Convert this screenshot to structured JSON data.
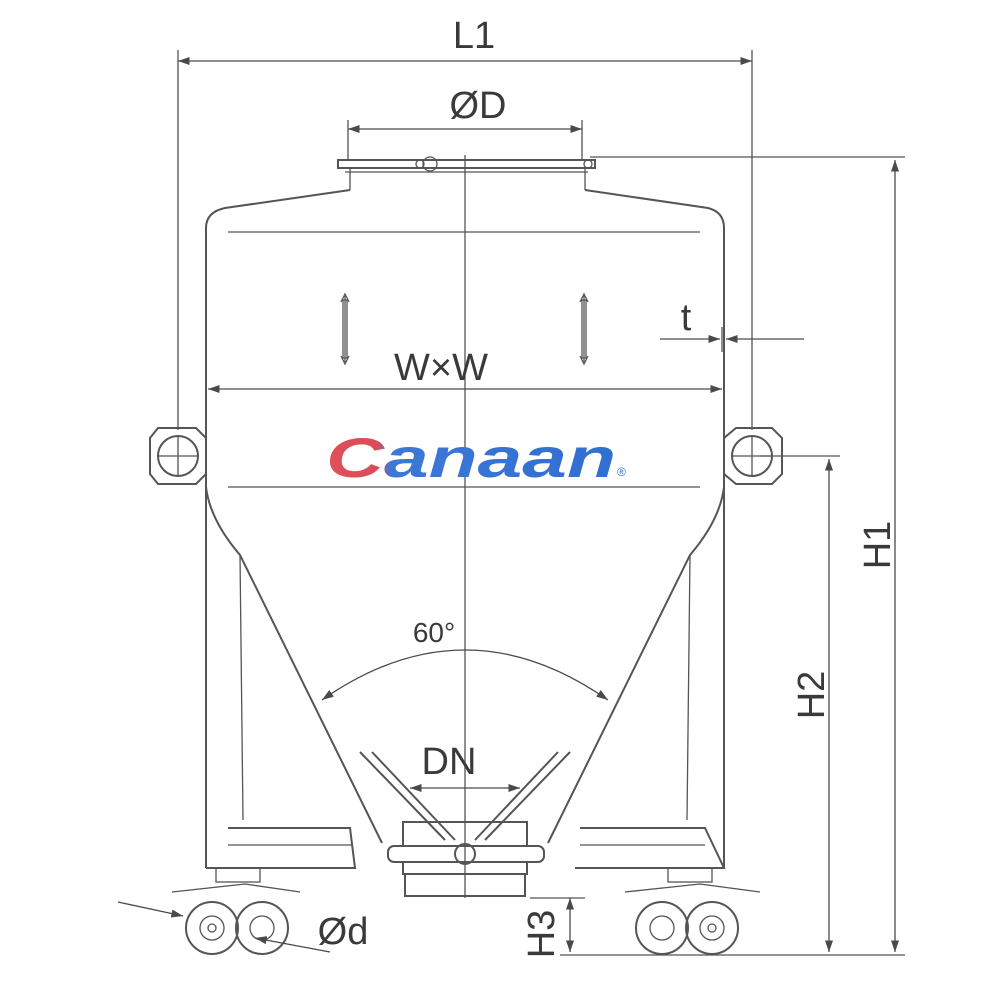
{
  "drawing": {
    "logo_text": "Canaan",
    "logo_mark": "®",
    "labels": {
      "L1": "L1",
      "D": "ØD",
      "WxW": "W×W",
      "t": "t",
      "H1": "H1",
      "H2": "H2",
      "H3": "H3",
      "angle": "60°",
      "DN": "DN",
      "d": "Ød"
    },
    "colors": {
      "line": "#555555",
      "logo_gradient_start": "#e0505a",
      "logo_gradient_end": "#2f6fd0"
    }
  }
}
